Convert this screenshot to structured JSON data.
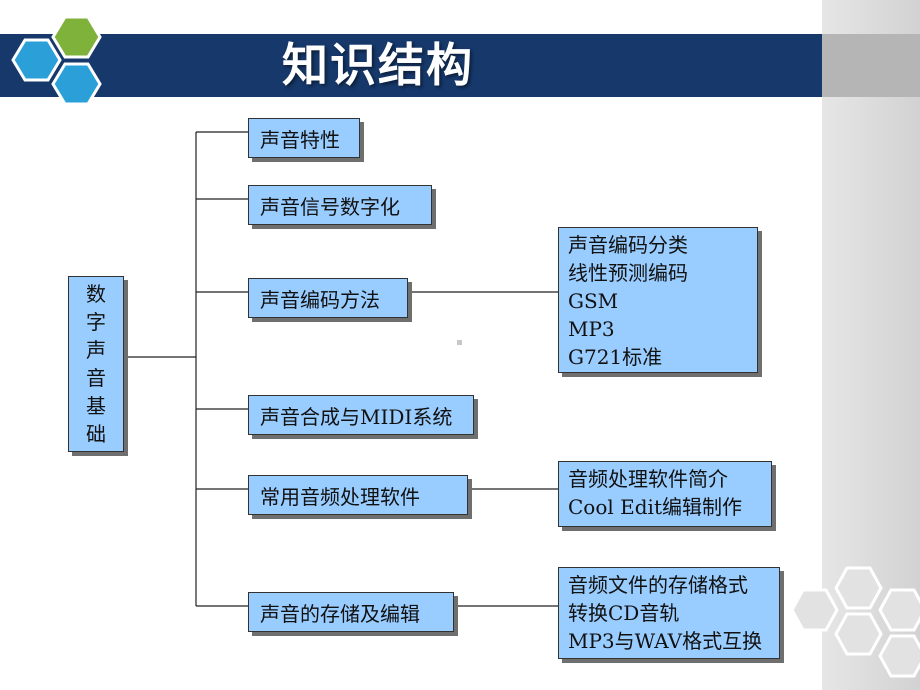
{
  "slide": {
    "title": "知识结构",
    "colors": {
      "title_bar": "#16386a",
      "box_fill": "#99ccff",
      "hex_green": "#7fb23a",
      "hex_blue": "#2a9fd8"
    }
  },
  "tree": {
    "root": [
      "数",
      "字",
      "声",
      "音",
      "基",
      "础"
    ],
    "branches": [
      {
        "label": "声音特性"
      },
      {
        "label": "声音信号数字化"
      },
      {
        "label": "声音编码方法",
        "details": [
          "声音编码分类",
          "线性预测编码",
          "GSM",
          "MP3",
          "G721标准"
        ]
      },
      {
        "label": "声音合成与MIDI系统"
      },
      {
        "label": "常用音频处理软件",
        "details": [
          "音频处理软件简介",
          "Cool Edit编辑制作"
        ]
      },
      {
        "label": "声音的存储及编辑",
        "details": [
          "音频文件的存储格式",
          "转换CD音轨",
          "MP3与WAV格式互换"
        ]
      }
    ]
  }
}
